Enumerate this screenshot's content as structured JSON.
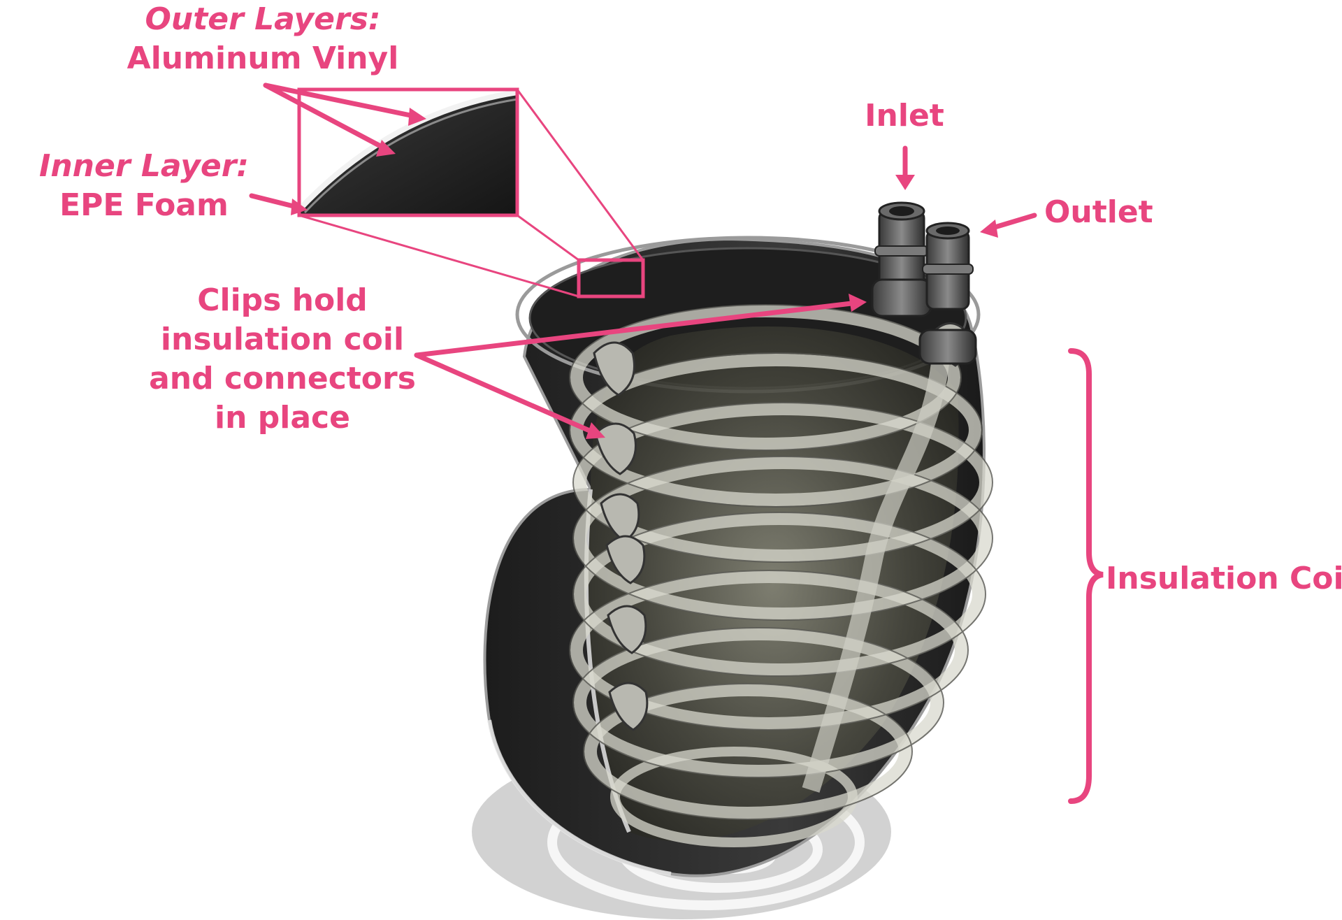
{
  "colors": {
    "accent": "#e8457f",
    "shell_dark": "#2a2a2a",
    "shell_edge": "#9a9a9a",
    "coil_glass": "#c8c8be",
    "shadow": "#d4d4d4"
  },
  "labels": {
    "outer_layers_title": "Outer Layers:",
    "outer_layers_material": "Aluminum Vinyl",
    "inner_layer_title": "Inner Layer:",
    "inner_layer_material": "EPE Foam",
    "clips_line1": "Clips hold",
    "clips_line2": "insulation coil",
    "clips_line3": "and connectors",
    "clips_line4": "in place",
    "inlet": "Inlet",
    "outlet": "Outlet",
    "insulation_coil": "Insulation Coil"
  }
}
